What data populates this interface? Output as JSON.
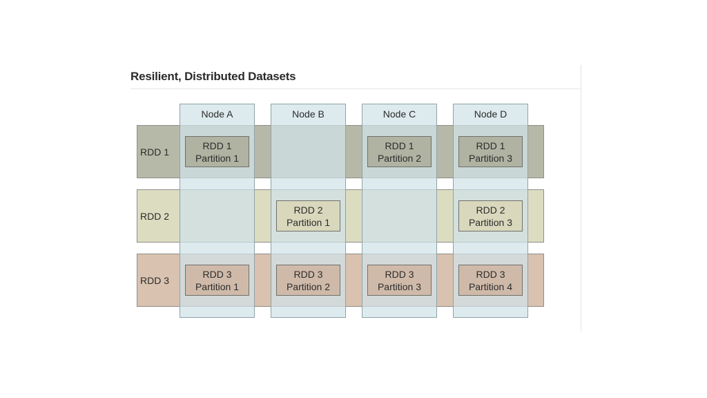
{
  "title": "Resilient, Distributed Datasets",
  "colors": {
    "rdd1_band": "#b7b9a8",
    "rdd2_band": "#dcdcc1",
    "rdd3_band": "#d9c2b0",
    "node_column": "#d0e2e7",
    "partition_rdd1": "#b0b2a2",
    "partition_rdd2": "#d9d8bd",
    "partition_rdd3": "#cfbaa9"
  },
  "nodes": [
    {
      "label": "Node A"
    },
    {
      "label": "Node B"
    },
    {
      "label": "Node C"
    },
    {
      "label": "Node D"
    }
  ],
  "rdds": [
    {
      "label": "RDD 1"
    },
    {
      "label": "RDD 2"
    },
    {
      "label": "RDD 3"
    }
  ],
  "partitions": [
    {
      "line1": "RDD 1",
      "line2": "Partition 1"
    },
    {
      "line1": "RDD 1",
      "line2": "Partition 2"
    },
    {
      "line1": "RDD 1",
      "line2": "Partition 3"
    },
    {
      "line1": "RDD 2",
      "line2": "Partition 1"
    },
    {
      "line1": "RDD 2",
      "line2": "Partition 3"
    },
    {
      "line1": "RDD 3",
      "line2": "Partition 1"
    },
    {
      "line1": "RDD 3",
      "line2": "Partition 2"
    },
    {
      "line1": "RDD 3",
      "line2": "Partition 3"
    },
    {
      "line1": "RDD 3",
      "line2": "Partition 4"
    }
  ]
}
